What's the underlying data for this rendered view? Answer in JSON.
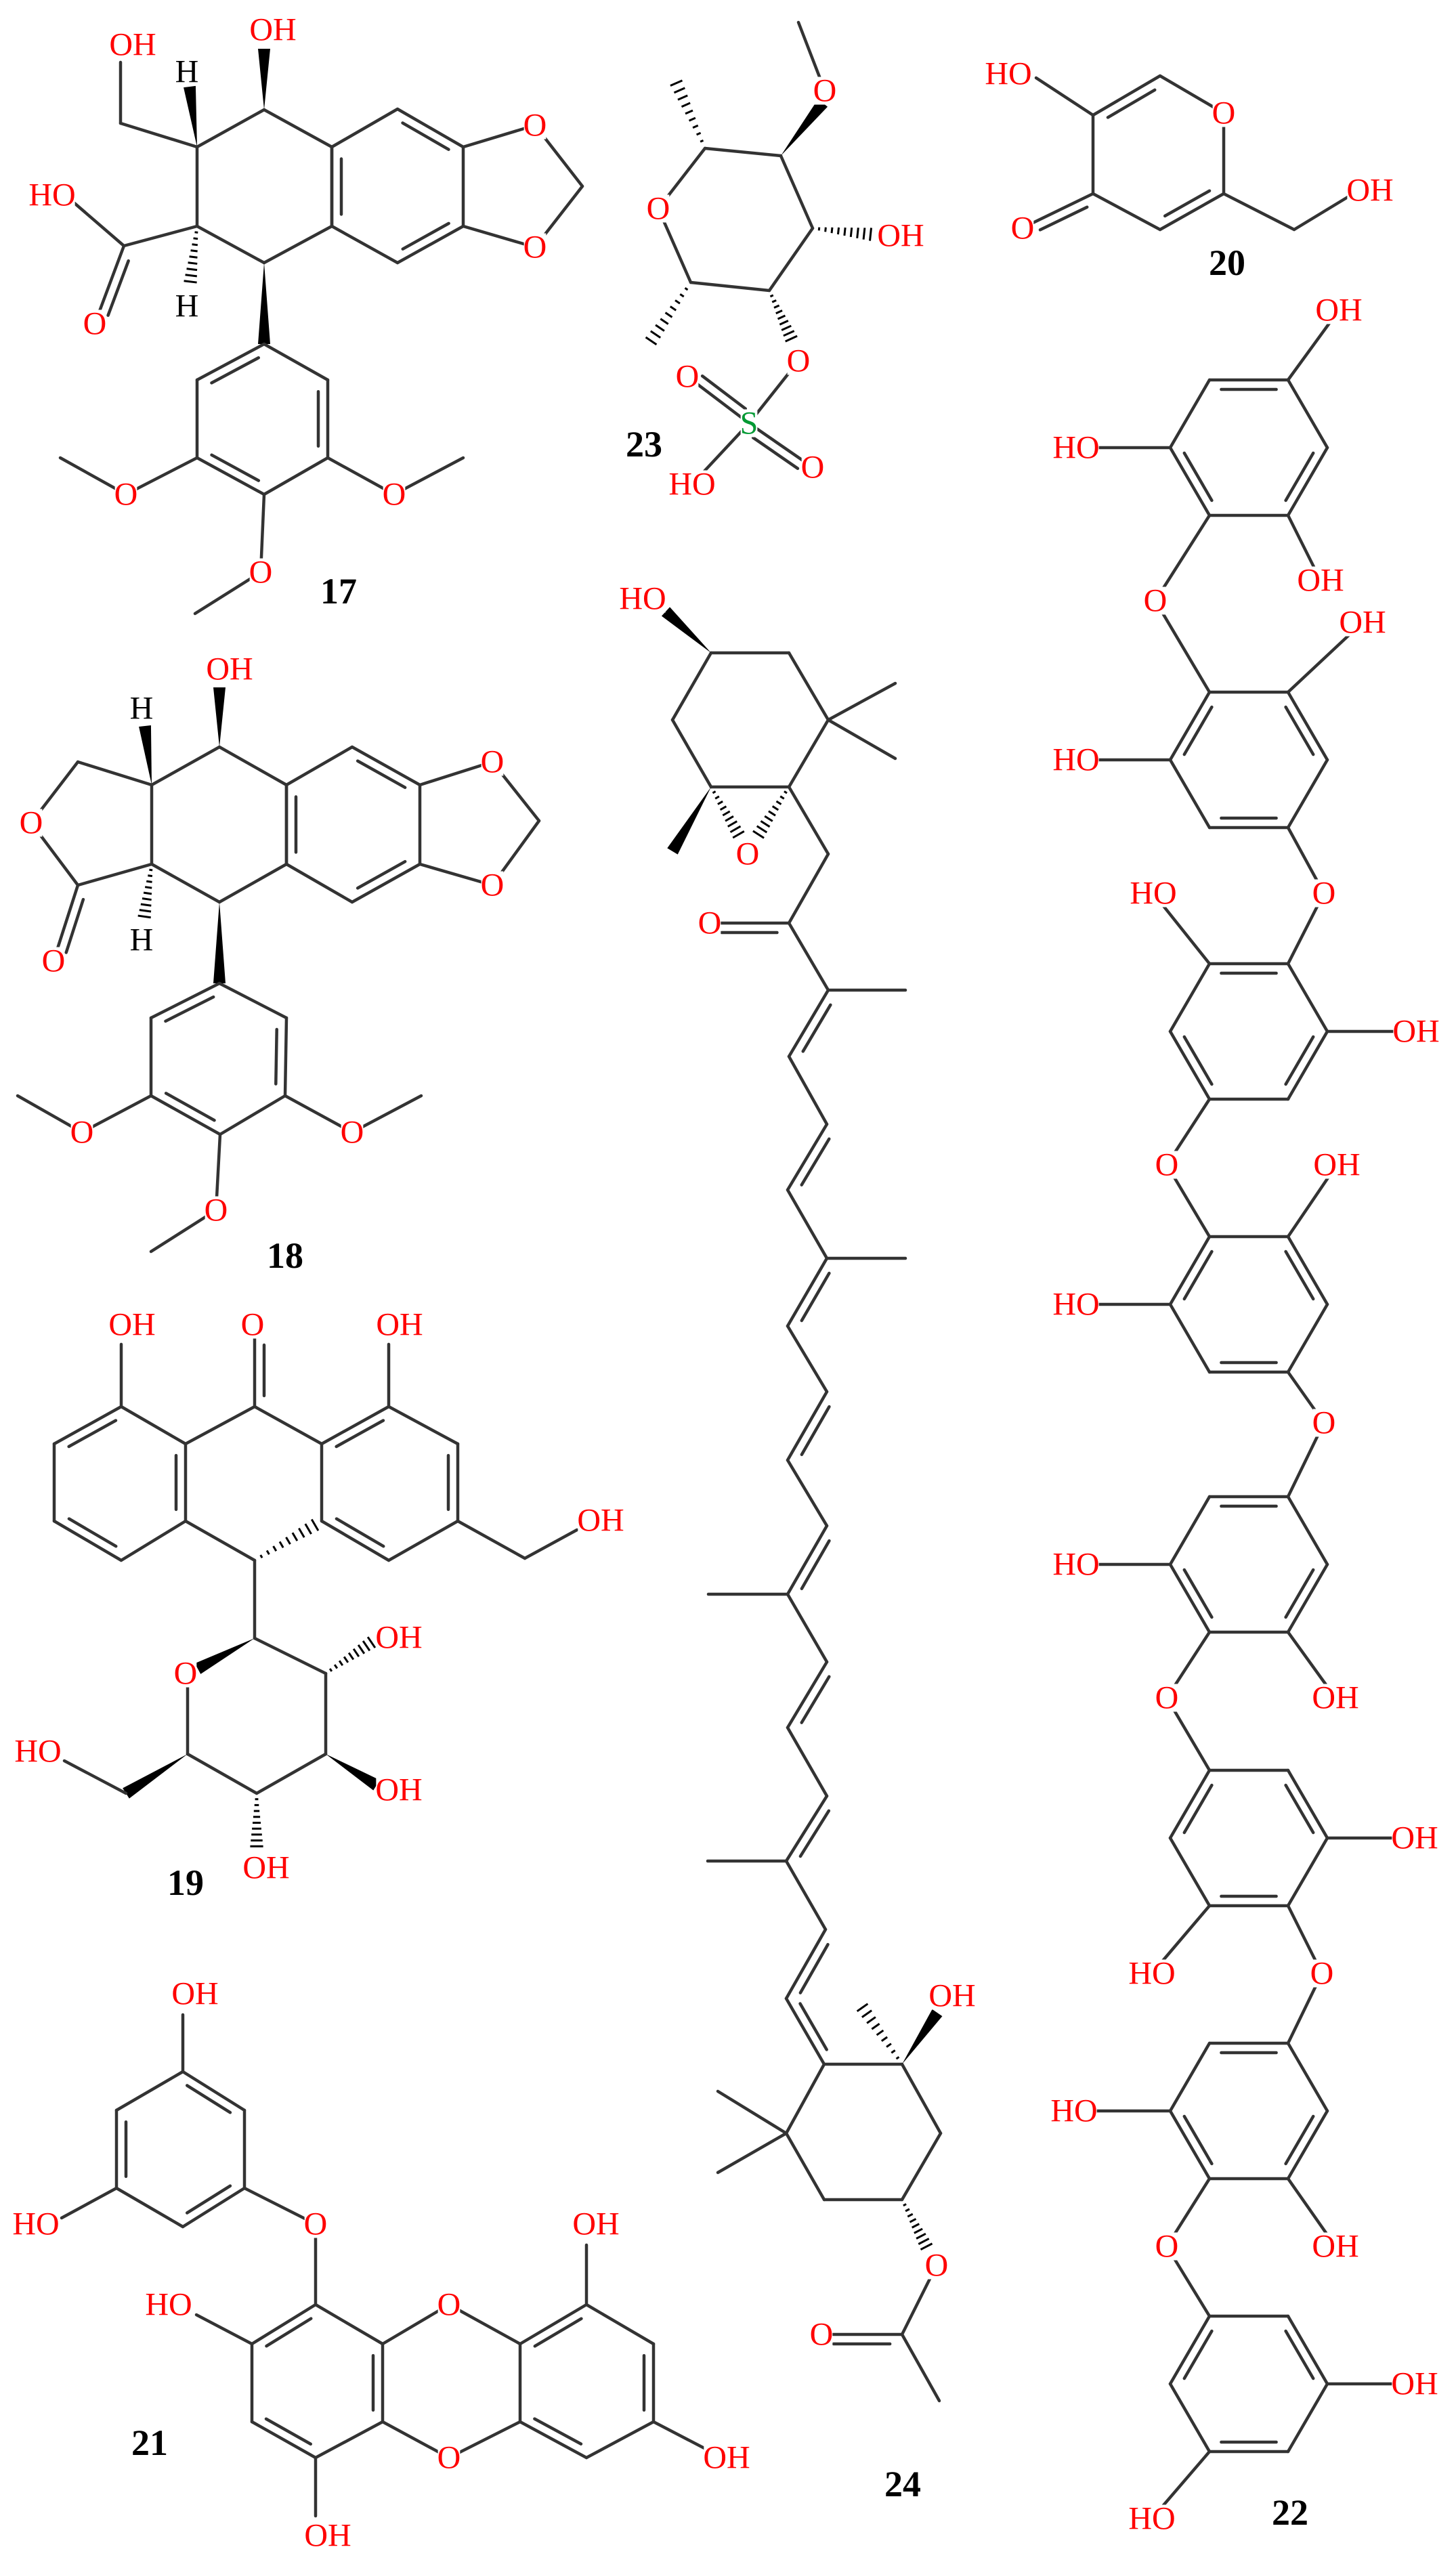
{
  "atom_labels": {
    "hydroxyl": "OH",
    "hydroxyl_reversed": "HO",
    "oxygen": "O",
    "hydrogen": "H",
    "sulfur": "S"
  },
  "compound_numbers": {
    "c17": "17",
    "c18": "18",
    "c19": "19",
    "c20": "20",
    "c21": "21",
    "c22": "22",
    "c23": "23",
    "c24": "24"
  },
  "colors": {
    "bond": "#333333",
    "heteroatom": "#ff0000",
    "sulfur": "#009933",
    "hydrogen": "#000000",
    "compound_number": "#000000"
  }
}
